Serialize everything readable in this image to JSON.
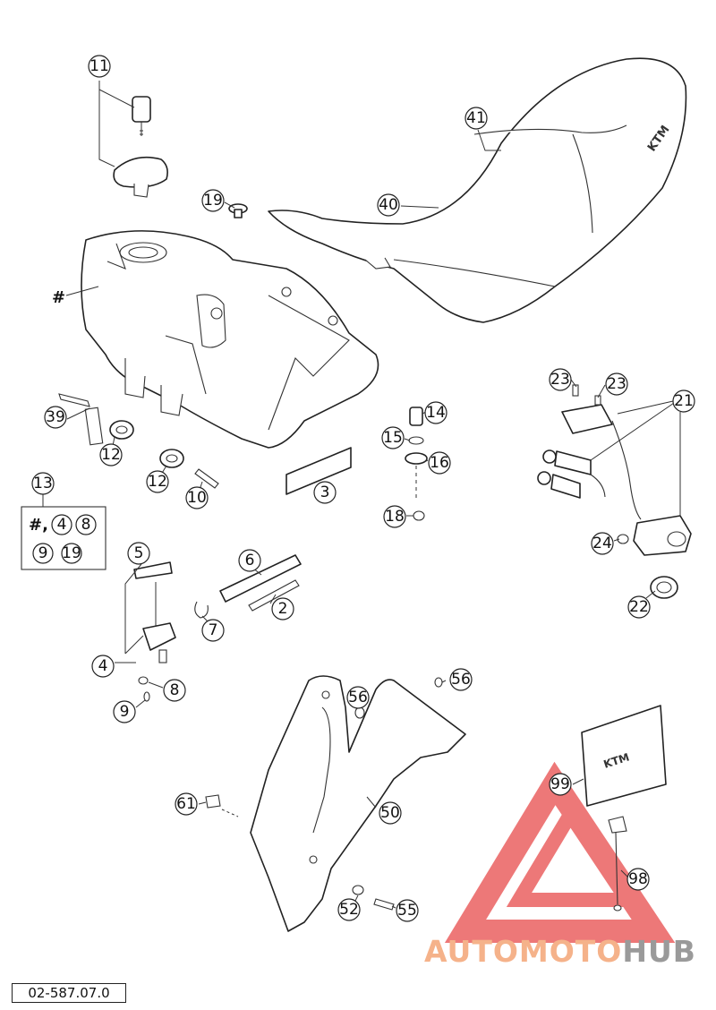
{
  "callouts": [
    {
      "id": "11",
      "label": "11"
    },
    {
      "id": "19a",
      "label": "19"
    },
    {
      "id": "41",
      "label": "41"
    },
    {
      "id": "40",
      "label": "40"
    },
    {
      "id": "39",
      "label": "39"
    },
    {
      "id": "12a",
      "label": "12"
    },
    {
      "id": "12b",
      "label": "12"
    },
    {
      "id": "10",
      "label": "10"
    },
    {
      "id": "3",
      "label": "3"
    },
    {
      "id": "14",
      "label": "14"
    },
    {
      "id": "15",
      "label": "15"
    },
    {
      "id": "16",
      "label": "16"
    },
    {
      "id": "18",
      "label": "18"
    },
    {
      "id": "23a",
      "label": "23"
    },
    {
      "id": "23b",
      "label": "23"
    },
    {
      "id": "21",
      "label": "21"
    },
    {
      "id": "24",
      "label": "24"
    },
    {
      "id": "22",
      "label": "22"
    },
    {
      "id": "13",
      "label": "13"
    },
    {
      "id": "5",
      "label": "5"
    },
    {
      "id": "6",
      "label": "6"
    },
    {
      "id": "2",
      "label": "2"
    },
    {
      "id": "7",
      "label": "7"
    },
    {
      "id": "4",
      "label": "4"
    },
    {
      "id": "8",
      "label": "8"
    },
    {
      "id": "9",
      "label": "9"
    },
    {
      "id": "56a",
      "label": "56"
    },
    {
      "id": "56b",
      "label": "56"
    },
    {
      "id": "61",
      "label": "61"
    },
    {
      "id": "50",
      "label": "50"
    },
    {
      "id": "52",
      "label": "52"
    },
    {
      "id": "55",
      "label": "55"
    },
    {
      "id": "99",
      "label": "99"
    },
    {
      "id": "98",
      "label": "98"
    }
  ],
  "tank_marker": "#",
  "kit_box": {
    "prefix": "#,",
    "items": [
      "4",
      "8",
      "9",
      "19"
    ]
  },
  "doc_code": "02-587.07.0",
  "watermark": {
    "part1": "AUTOMOTO",
    "part2": "HUB",
    "color1": "#f5b28a",
    "color2": "#9a9a9a"
  },
  "colors": {
    "watermark_triangle": "#e84b4b"
  }
}
